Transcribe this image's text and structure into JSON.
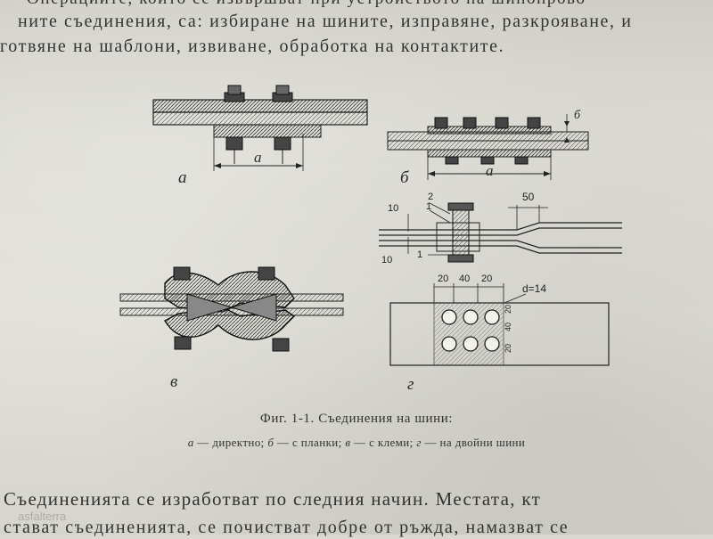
{
  "text_lines": {
    "l1": "Операциите, които се извършват при устройството на шинопрово",
    "l2": "ните съединения, са: избиране на шините, изправяне, разкрояване, и",
    "l3": "готвяне на шаблони, извиване, обработка на контактите.",
    "l4": "Съединенията се изработват по следния начин. Местата, кт",
    "l5": "стават съединенията, се почистват добре от ръжда, намазват се"
  },
  "figure": {
    "title": "Фиг. 1-1. Съединения на шини:",
    "legend": [
      {
        "key": "а",
        "text": "— директно;"
      },
      {
        "key": "б",
        "text": "— с планки;"
      },
      {
        "key": "в",
        "text": "— с клеми;"
      },
      {
        "key": "г",
        "text": "— на двойни шини"
      }
    ],
    "panel_labels": {
      "a": "а",
      "b": "б",
      "v": "в",
      "g": "г"
    },
    "dims": {
      "a_dim": "а",
      "b_dim": "а",
      "b_delta": "б",
      "g_50": "50",
      "g_10_top": "10",
      "g_10_bot": "10",
      "g_1_top": "1",
      "g_1_bot": "1",
      "g_2": "2",
      "g_20a": "20",
      "g_40": "40",
      "g_20b": "20",
      "g_d": "d=14",
      "g_v20": "20",
      "g_v40": "40",
      "g_v20b": "20"
    }
  },
  "watermark": "asfalterra"
}
